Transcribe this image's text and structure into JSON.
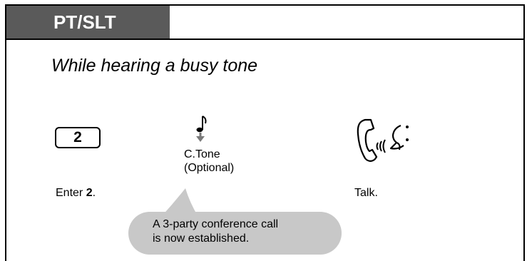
{
  "header": {
    "tab_label": "PT/SLT"
  },
  "condition_text": "While hearing a busy tone",
  "steps": {
    "enter": {
      "key_label": "2",
      "caption_prefix": "Enter ",
      "caption_key": "2",
      "caption_suffix": "."
    },
    "tone": {
      "icon": "music-note-icon",
      "label_line1": "C.Tone",
      "label_line2": "(Optional)"
    },
    "talk": {
      "icon": "talk-handset-icon",
      "caption": "Talk."
    }
  },
  "note": {
    "line1": "A 3-party conference call",
    "line2": "is now established."
  }
}
